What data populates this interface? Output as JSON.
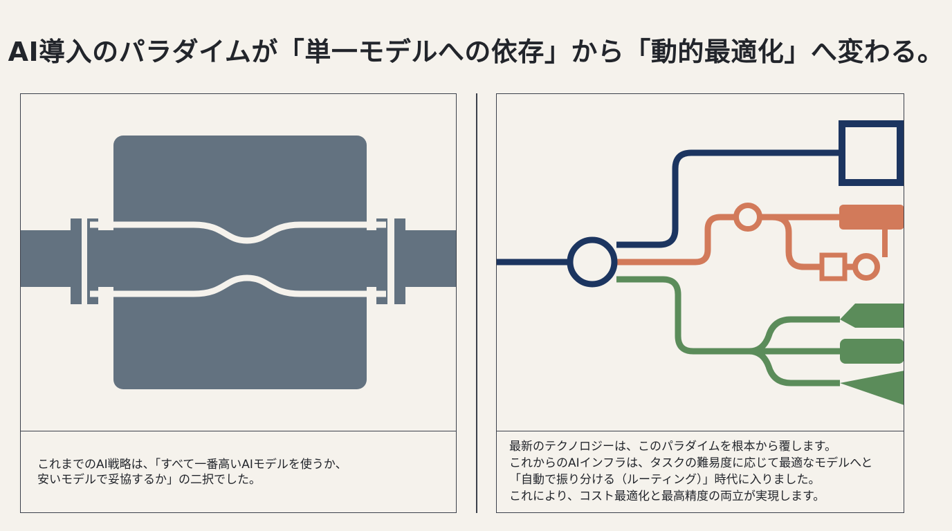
{
  "title": "AI導入のパラダイムが「単一モデルへの依存」から「動的最適化」へ変わる。",
  "left_panel": {
    "illustration": "pipe-bottleneck-icon",
    "caption_lines": [
      "これまでのAI戦略は、「すべて一番高いAIモデルを使うか、",
      "安いモデルで妥協するか」の二択でした。"
    ]
  },
  "right_panel": {
    "illustration": "routing-network-icon",
    "caption_lines": [
      "最新のテクノロジーは、このパラダイムを根本から覆します。",
      "これからのAIインフラは、タスクの難易度に応じて最適なモデルへと",
      "「自動で振り分ける（ルーティング）」時代に入りました。",
      "これにより、コスト最適化と最高精度の両立が実現します。"
    ]
  },
  "colors": {
    "background": "#f5f2ec",
    "pipe": "#637280",
    "navy": "#1c3560",
    "orange": "#d27a5a",
    "green": "#5b8c5a",
    "border": "#3a3f4a"
  }
}
